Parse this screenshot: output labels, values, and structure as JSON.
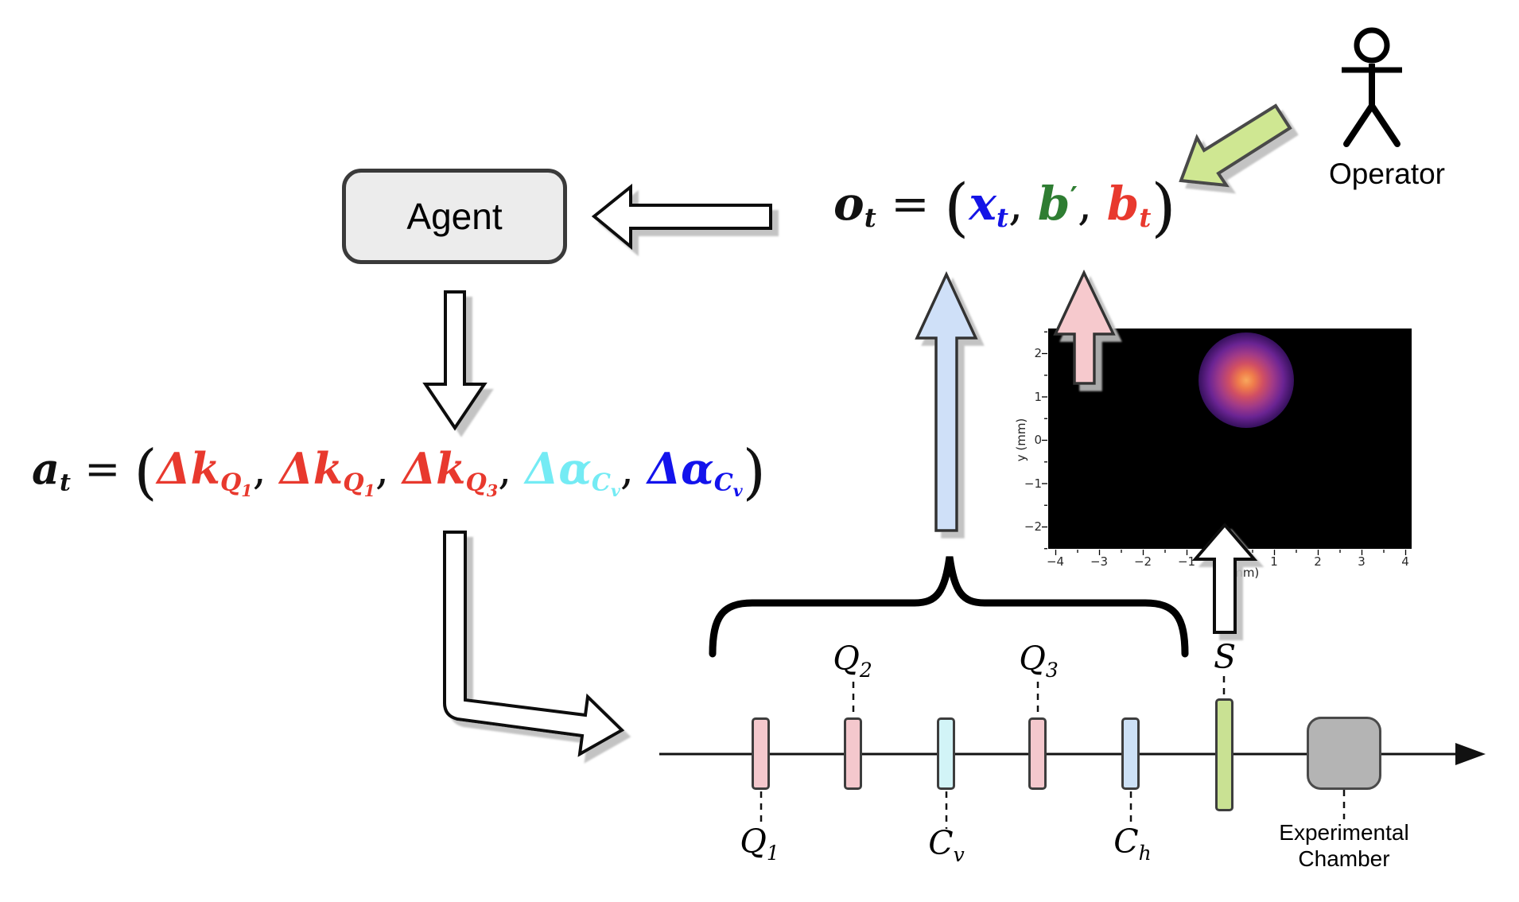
{
  "figure": {
    "agent_label": "Agent",
    "operator_label": "Operator"
  },
  "colors": {
    "formula_red": "#e8392e",
    "formula_cyan": "#74ebf4",
    "formula_blue": "#1313ec",
    "formula_green": "#2e7d32",
    "obs_x_blue": "#1414e6",
    "quadrupole_pink": "#f4c8cd",
    "corrector_v_cyan": "#d2f4f7",
    "corrector_h_blue": "#cde1f6",
    "screen_green": "#c9e193",
    "chamber_gray": "#b4b4b4",
    "arrow_blue": "#cfe0f8",
    "arrow_pink": "#f6c9cd",
    "arrow_green": "#cfe792",
    "arrow_white": "#ffffff"
  },
  "formulas": {
    "action": {
      "segments": [
        {
          "t": "a",
          "cls": "bi"
        },
        {
          "t": "t",
          "cls": "sub"
        },
        {
          "t": " = ",
          "cls": "rel"
        },
        {
          "t": "(",
          "cls": "paren"
        },
        {
          "t": "Δk",
          "cls": "bi",
          "c": "#e8392e"
        },
        {
          "t": "Q",
          "cls": "sub",
          "c": "#e8392e"
        },
        {
          "t": "1",
          "cls": "subsub",
          "c": "#e8392e"
        },
        {
          "t": ", ",
          "cls": "rel"
        },
        {
          "t": "Δk",
          "cls": "bi",
          "c": "#e8392e"
        },
        {
          "t": "Q",
          "cls": "sub",
          "c": "#e8392e"
        },
        {
          "t": "1",
          "cls": "subsub",
          "c": "#e8392e"
        },
        {
          "t": ", ",
          "cls": "rel"
        },
        {
          "t": "Δk",
          "cls": "bi",
          "c": "#e8392e"
        },
        {
          "t": "Q",
          "cls": "sub",
          "c": "#e8392e"
        },
        {
          "t": "3",
          "cls": "subsub",
          "c": "#e8392e"
        },
        {
          "t": ", ",
          "cls": "rel"
        },
        {
          "t": "Δα",
          "cls": "bi",
          "c": "#74ebf4"
        },
        {
          "t": "C",
          "cls": "sub",
          "c": "#74ebf4"
        },
        {
          "t": "v",
          "cls": "subsub",
          "c": "#74ebf4"
        },
        {
          "t": ", ",
          "cls": "rel"
        },
        {
          "t": "Δα",
          "cls": "bi",
          "c": "#1313ec"
        },
        {
          "t": "C",
          "cls": "sub",
          "c": "#1313ec"
        },
        {
          "t": "v",
          "cls": "subsub",
          "c": "#1313ec"
        },
        {
          "t": ")",
          "cls": "paren"
        }
      ]
    },
    "observation": {
      "segments": [
        {
          "t": "o",
          "cls": "bi"
        },
        {
          "t": "t",
          "cls": "sub"
        },
        {
          "t": " = ",
          "cls": "rel"
        },
        {
          "t": "(",
          "cls": "paren"
        },
        {
          "t": "x",
          "cls": "bi",
          "c": "#1414e6"
        },
        {
          "t": "t",
          "cls": "sub",
          "c": "#1414e6"
        },
        {
          "t": ", ",
          "cls": "rel"
        },
        {
          "t": "b",
          "cls": "bi",
          "c": "#2e7d32"
        },
        {
          "t": "′",
          "cls": "sup",
          "c": "#2e7d32"
        },
        {
          "t": ", ",
          "cls": "rel"
        },
        {
          "t": "b",
          "cls": "bi",
          "c": "#e8392e"
        },
        {
          "t": "t",
          "cls": "sub",
          "c": "#e8392e"
        },
        {
          "t": ")",
          "cls": "paren"
        }
      ]
    }
  },
  "beamline": {
    "elements": [
      {
        "id": "Q1",
        "main": "Q",
        "sub": "1",
        "label_position": "below",
        "fill": "#f4c8cd"
      },
      {
        "id": "Q2",
        "main": "Q",
        "sub": "2",
        "label_position": "above",
        "fill": "#f4c8cd"
      },
      {
        "id": "Cv",
        "main": "C",
        "sub": "v",
        "label_position": "below",
        "fill": "#d2f4f7"
      },
      {
        "id": "Q3",
        "main": "Q",
        "sub": "3",
        "label_position": "above",
        "fill": "#f4c8cd"
      },
      {
        "id": "Ch",
        "main": "C",
        "sub": "h",
        "label_position": "below",
        "fill": "#cde1f6"
      },
      {
        "id": "S",
        "main": "S",
        "sub": "",
        "label_position": "above",
        "fill": "#c9e193"
      }
    ],
    "chamber": {
      "line1": "Experimental",
      "line2": "Chamber"
    }
  },
  "plot": {
    "ylabel": "y (mm)",
    "xlabel": "x (mm)",
    "xticks": [
      "−4",
      "−3",
      "−2",
      "−1",
      "1",
      "2",
      "3",
      "4"
    ],
    "yticks": [
      "2",
      "1",
      "0",
      "−1",
      "−2"
    ]
  },
  "beam_image": {
    "type": "heatmap",
    "description": "beam spot on dark screen image",
    "spot_center_x_mm": 0.4,
    "spot_center_y_mm": 1.3,
    "x_range_mm": [
      -4,
      4
    ],
    "y_range_mm": [
      -2.5,
      2.5
    ]
  },
  "arrows": {
    "observation_to_agent": {
      "direction": "left",
      "fill": "#ffffff"
    },
    "agent_to_action": {
      "direction": "down",
      "fill": "#ffffff"
    },
    "action_to_beamline": {
      "direction": "down-right",
      "fill": "#ffffff"
    },
    "beamline_to_observation": {
      "direction": "up",
      "fill": "#cfe0f8"
    },
    "image_to_observation": {
      "direction": "up",
      "fill": "#f6c9cd"
    },
    "screen_to_image": {
      "direction": "up",
      "fill": "#ffffff"
    },
    "operator_to_observation": {
      "direction": "down-left",
      "fill": "#cfe792"
    }
  }
}
